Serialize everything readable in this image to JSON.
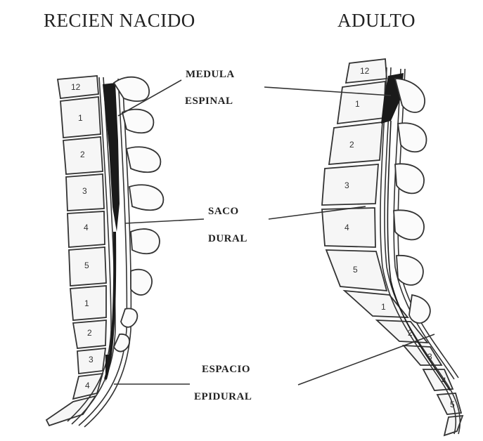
{
  "titles": {
    "newborn": "RECIEN NACIDO",
    "adult": "ADULTO"
  },
  "labels": {
    "spinal_cord_line1": "MEDULA",
    "spinal_cord_line2": "ESPINAL",
    "dural_sac_line1": "SACO",
    "dural_sac_line2": "DURAL",
    "epidural_line1": "ESPACIO",
    "epidural_line2": "EPIDURAL"
  },
  "newborn_vertebrae": [
    "12",
    "1",
    "2",
    "3",
    "4",
    "5",
    "1",
    "2",
    "3",
    "4"
  ],
  "adult_vertebrae": [
    "12",
    "1",
    "2",
    "3",
    "4",
    "5",
    "1",
    "2",
    "3",
    "4",
    "5"
  ]
}
